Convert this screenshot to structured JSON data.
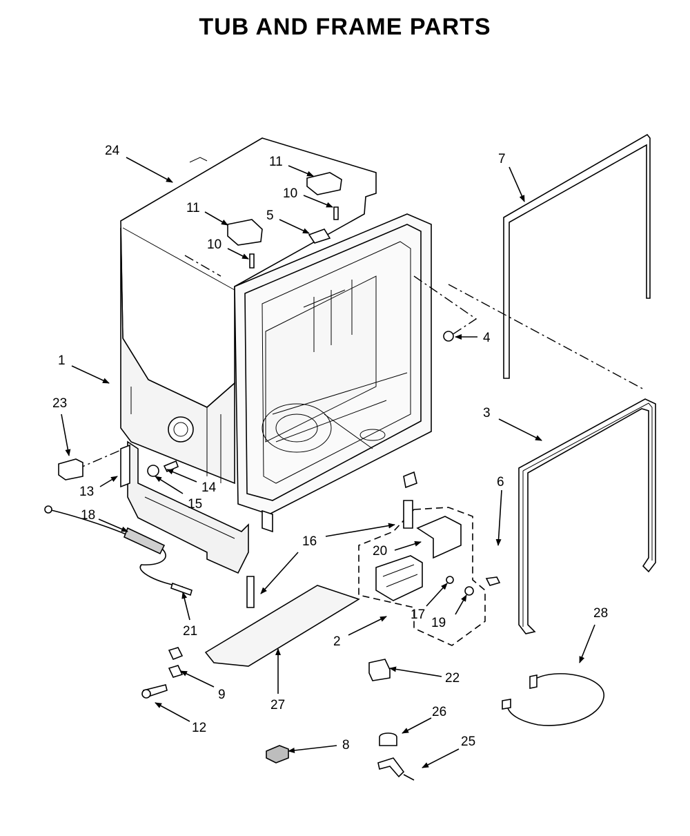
{
  "title": "TUB AND FRAME PARTS",
  "callouts": [
    {
      "id": "c1",
      "text": "1"
    },
    {
      "id": "c2",
      "text": "2"
    },
    {
      "id": "c3",
      "text": "3"
    },
    {
      "id": "c4",
      "text": "4"
    },
    {
      "id": "c5",
      "text": "5"
    },
    {
      "id": "c6",
      "text": "6"
    },
    {
      "id": "c7",
      "text": "7"
    },
    {
      "id": "c8",
      "text": "8"
    },
    {
      "id": "c9",
      "text": "9"
    },
    {
      "id": "c10a",
      "text": "10"
    },
    {
      "id": "c10b",
      "text": "10"
    },
    {
      "id": "c11a",
      "text": "11"
    },
    {
      "id": "c11b",
      "text": "11"
    },
    {
      "id": "c12",
      "text": "12"
    },
    {
      "id": "c13",
      "text": "13"
    },
    {
      "id": "c14",
      "text": "14"
    },
    {
      "id": "c15",
      "text": "15"
    },
    {
      "id": "c16",
      "text": "16"
    },
    {
      "id": "c17",
      "text": "17"
    },
    {
      "id": "c18",
      "text": "18"
    },
    {
      "id": "c19",
      "text": "19"
    },
    {
      "id": "c20",
      "text": "20"
    },
    {
      "id": "c21",
      "text": "21"
    },
    {
      "id": "c22",
      "text": "22"
    },
    {
      "id": "c23",
      "text": "23"
    },
    {
      "id": "c24",
      "text": "24"
    },
    {
      "id": "c25",
      "text": "25"
    },
    {
      "id": "c26",
      "text": "26"
    },
    {
      "id": "c27",
      "text": "27"
    },
    {
      "id": "c28",
      "text": "28"
    }
  ]
}
